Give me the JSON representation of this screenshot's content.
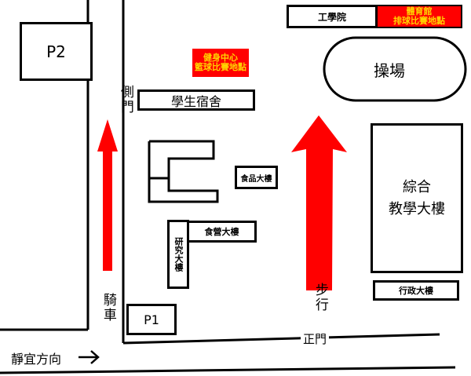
{
  "colors": {
    "arrow": "#ff0000",
    "highlight_fill": "#ff0000",
    "highlight_text": "#ffd400",
    "ink": "#000000"
  },
  "buildings": {
    "p2": "P2",
    "p1": "P1",
    "engineering": "工學院",
    "gym_line1": "體育館",
    "gym_line2": "排球比賽地點",
    "fitness_line1": "健身中心",
    "fitness_line2": "籃球比賽地點",
    "playground": "操場",
    "dorm": "學生宿舍",
    "food_building": "食品大樓",
    "complex_line1": "綜合",
    "complex_line2": "教學大樓",
    "cafeteria": "食營大樓",
    "research": "研究大樓",
    "admin": "行政大樓"
  },
  "labels": {
    "side_gate": "側門",
    "bike_lane": "騎車",
    "walk_lane": "步行",
    "main_gate": "正門",
    "direction": "靜宜方向"
  },
  "icons": {
    "direction_arrow": "right-arrow-icon",
    "route_arrow": "up-arrow-icon"
  }
}
